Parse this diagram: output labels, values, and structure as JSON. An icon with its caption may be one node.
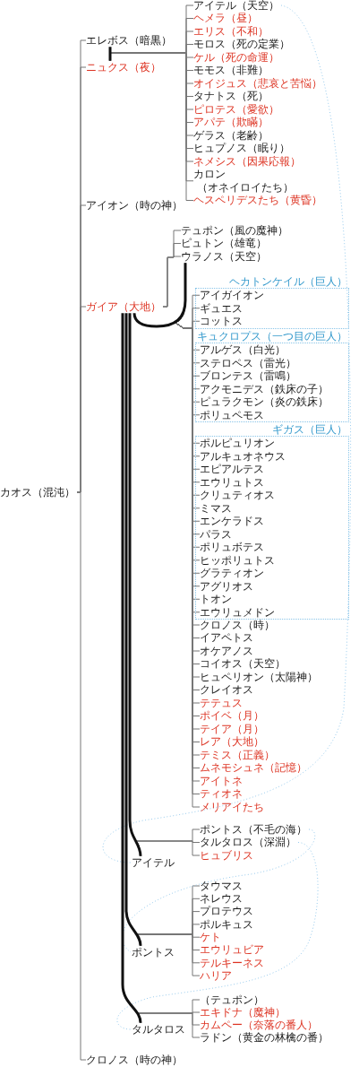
{
  "diagram": {
    "nodes": [
      {
        "text": [
          "カオス（混沌）"
        ]
      },
      {
        "text": [
          "エレボス（暗黒）"
        ]
      },
      {
        "text": [
          "ニュクス（夜）"
        ]
      },
      {
        "text": [
          "アイテル（天空）"
        ]
      },
      {
        "text": [
          "ヘメラ（昼）"
        ]
      },
      {
        "text": [
          "エリス（不和）"
        ]
      },
      {
        "text": [
          "モロス（死の定業）"
        ]
      },
      {
        "text": [
          "ケル（死の命運）"
        ]
      },
      {
        "text": [
          "モモス（非難）"
        ]
      },
      {
        "text": [
          "オイジュス（悲哀と苦悩）"
        ]
      },
      {
        "text": [
          "タナトス（死）"
        ]
      },
      {
        "text": [
          "ピロテス（愛欲）"
        ]
      },
      {
        "text": [
          "アパテ（欺瞞）"
        ]
      },
      {
        "text": [
          "ゲラス（老齢）"
        ]
      },
      {
        "text": [
          "ヒュプノス（眠り）"
        ]
      },
      {
        "text": [
          "ネメシス（因果応報）"
        ]
      },
      {
        "text": [
          "カロン",
          "（オネイロイたち）"
        ]
      },
      {
        "text": [
          "ヘスペリデスたち（黄昏）"
        ]
      },
      {
        "text": [
          "アイオン（時の神）"
        ]
      },
      {
        "text": [
          "ガイア（大地）"
        ]
      },
      {
        "text": [
          "テュポン（風の魔神）"
        ]
      },
      {
        "text": [
          "ピュトン（雄竜）"
        ]
      },
      {
        "text": [
          "ウラノス（天空）"
        ]
      },
      {
        "text": [
          "ヘカトンケイル（巨人）"
        ]
      },
      {
        "text": [
          "アイガイオン"
        ],
        "in": 23
      },
      {
        "text": [
          "ギュエス"
        ],
        "in": 23
      },
      {
        "text": [
          "コットス"
        ],
        "in": 23
      },
      {
        "text": [
          "キュクロプス（一つ目の巨人）"
        ]
      },
      {
        "text": [
          "アルゲス（白光）"
        ],
        "in": 27
      },
      {
        "text": [
          "ステロペス（雷光）"
        ],
        "in": 27
      },
      {
        "text": [
          "ブロンテス（雷鳴）"
        ],
        "in": 27
      },
      {
        "text": [
          "アクモニデス（鉄床の子）"
        ],
        "in": 27
      },
      {
        "text": [
          "ピュラクモン（炎の鉄床）"
        ],
        "in": 27
      },
      {
        "text": [
          "ポリュペモス"
        ],
        "in": 27
      },
      {
        "text": [
          "ギガス（巨人）"
        ]
      },
      {
        "text": [
          "ポルピュリオン"
        ],
        "in": 34
      },
      {
        "text": [
          "アルキュオネウス"
        ],
        "in": 34
      },
      {
        "text": [
          "エピアルテス"
        ],
        "in": 34
      },
      {
        "text": [
          "エウリュトス"
        ],
        "in": 34
      },
      {
        "text": [
          "クリュティオス"
        ],
        "in": 34
      },
      {
        "text": [
          "ミマス"
        ],
        "in": 34
      },
      {
        "text": [
          "エンケラドス"
        ],
        "in": 34
      },
      {
        "text": [
          "パラス"
        ],
        "in": 34
      },
      {
        "text": [
          "ポリュボテス"
        ],
        "in": 34
      },
      {
        "text": [
          "ヒッポリュトス"
        ],
        "in": 34
      },
      {
        "text": [
          "グラティオン"
        ],
        "in": 34
      },
      {
        "text": [
          "アグリオス"
        ],
        "in": 34
      },
      {
        "text": [
          "トオン"
        ],
        "in": 34
      },
      {
        "text": [
          "エウリュメドン"
        ],
        "in": 34
      },
      {
        "text": [
          "クロノス（時）"
        ]
      },
      {
        "text": [
          "イアペトス"
        ]
      },
      {
        "text": [
          "オケアノス"
        ]
      },
      {
        "text": [
          "コイオス（天空）"
        ]
      },
      {
        "text": [
          "ヒュペリオン（太陽神）"
        ]
      },
      {
        "text": [
          "クレイオス"
        ]
      },
      {
        "text": [
          "テテュス"
        ]
      },
      {
        "text": [
          "ポイベ（月）"
        ]
      },
      {
        "text": [
          "テイア（月）"
        ]
      },
      {
        "text": [
          "レア（大地）"
        ]
      },
      {
        "text": [
          "テミス（正義）"
        ]
      },
      {
        "text": [
          "ムネモシュネ（記憶）"
        ]
      },
      {
        "text": [
          "アイトネ"
        ]
      },
      {
        "text": [
          "ティオネ"
        ]
      },
      {
        "text": [
          "メリアイたち"
        ]
      },
      {
        "text": [
          "アイテル"
        ]
      },
      {
        "text": [
          "ポントス（不毛の海）"
        ]
      },
      {
        "text": [
          "タルタロス（深淵）"
        ]
      },
      {
        "text": [
          "ヒュブリス"
        ]
      },
      {
        "text": [
          "ポントス"
        ]
      },
      {
        "text": [
          "タウマス"
        ]
      },
      {
        "text": [
          "ネレウス"
        ]
      },
      {
        "text": [
          "プロテウス"
        ]
      },
      {
        "text": [
          "ポルキュス"
        ]
      },
      {
        "text": [
          "ケト"
        ]
      },
      {
        "text": [
          "エウリュビア"
        ]
      },
      {
        "text": [
          "テルキーネス"
        ]
      },
      {
        "text": [
          "ハリア"
        ]
      },
      {
        "text": [
          "タルタロス"
        ]
      },
      {
        "text": [
          "（テュポン）"
        ]
      },
      {
        "text": [
          "エキドナ（魔神）"
        ]
      },
      {
        "text": [
          "カムペー（奈落の番人）"
        ]
      },
      {
        "text": [
          "ラドン（黄金の林檎の番）"
        ]
      },
      {
        "text": [
          "クロノス（時の神）"
        ]
      }
    ],
    "edges": [
      {
        "from": 0,
        "to": 1,
        "arrow": "none"
      },
      {
        "from": 0,
        "to": 2,
        "arrow": "none"
      },
      {
        "from": 0,
        "to": 18,
        "arrow": "none"
      },
      {
        "from": 0,
        "to": 19,
        "arrow": "none"
      },
      {
        "from": 0,
        "to": 82,
        "arrow": "none"
      },
      {
        "from": 1,
        "to": 2,
        "arrow": "none",
        "style": "thick",
        "color": "#111111"
      },
      {
        "from": 2,
        "to": 3,
        "arrow": "none"
      },
      {
        "from": 2,
        "to": 4,
        "arrow": "none"
      },
      {
        "from": 2,
        "to": 5,
        "arrow": "none"
      },
      {
        "from": 2,
        "to": 6,
        "arrow": "none"
      },
      {
        "from": 2,
        "to": 7,
        "arrow": "none"
      },
      {
        "from": 2,
        "to": 8,
        "arrow": "none"
      },
      {
        "from": 2,
        "to": 9,
        "arrow": "none"
      },
      {
        "from": 2,
        "to": 10,
        "arrow": "none"
      },
      {
        "from": 2,
        "to": 11,
        "arrow": "none"
      },
      {
        "from": 2,
        "to": 12,
        "arrow": "none"
      },
      {
        "from": 2,
        "to": 13,
        "arrow": "none"
      },
      {
        "from": 2,
        "to": 14,
        "arrow": "none"
      },
      {
        "from": 2,
        "to": 15,
        "arrow": "none"
      },
      {
        "from": 2,
        "to": 16,
        "arrow": "none"
      },
      {
        "from": 2,
        "to": 17,
        "arrow": "none"
      },
      {
        "from": 19,
        "to": 20,
        "arrow": "none"
      },
      {
        "from": 19,
        "to": 21,
        "arrow": "none"
      },
      {
        "from": 19,
        "to": 22,
        "arrow": "none"
      },
      {
        "from": 19,
        "to": 22,
        "arrow": "none",
        "style": "thick",
        "color": "#111111"
      },
      {
        "from": 22,
        "to": 24,
        "arrow": "none"
      },
      {
        "from": 22,
        "to": 25,
        "arrow": "none"
      },
      {
        "from": 22,
        "to": 26,
        "arrow": "none"
      },
      {
        "from": 22,
        "to": 28,
        "arrow": "none"
      },
      {
        "from": 22,
        "to": 29,
        "arrow": "none"
      },
      {
        "from": 22,
        "to": 30,
        "arrow": "none"
      },
      {
        "from": 22,
        "to": 31,
        "arrow": "none"
      },
      {
        "from": 22,
        "to": 32,
        "arrow": "none"
      },
      {
        "from": 22,
        "to": 33,
        "arrow": "none"
      },
      {
        "from": 22,
        "to": 35,
        "arrow": "none"
      },
      {
        "from": 22,
        "to": 36,
        "arrow": "none"
      },
      {
        "from": 22,
        "to": 37,
        "arrow": "none"
      },
      {
        "from": 22,
        "to": 38,
        "arrow": "none"
      },
      {
        "from": 22,
        "to": 39,
        "arrow": "none"
      },
      {
        "from": 22,
        "to": 40,
        "arrow": "none"
      },
      {
        "from": 22,
        "to": 41,
        "arrow": "none"
      },
      {
        "from": 22,
        "to": 42,
        "arrow": "none"
      },
      {
        "from": 22,
        "to": 43,
        "arrow": "none"
      },
      {
        "from": 22,
        "to": 44,
        "arrow": "none"
      },
      {
        "from": 22,
        "to": 45,
        "arrow": "none"
      },
      {
        "from": 22,
        "to": 46,
        "arrow": "none"
      },
      {
        "from": 22,
        "to": 47,
        "arrow": "none"
      },
      {
        "from": 22,
        "to": 48,
        "arrow": "none"
      },
      {
        "from": 22,
        "to": 49,
        "arrow": "none"
      },
      {
        "from": 22,
        "to": 50,
        "arrow": "none"
      },
      {
        "from": 22,
        "to": 51,
        "arrow": "none"
      },
      {
        "from": 22,
        "to": 52,
        "arrow": "none"
      },
      {
        "from": 22,
        "to": 53,
        "arrow": "none"
      },
      {
        "from": 22,
        "to": 54,
        "arrow": "none"
      },
      {
        "from": 22,
        "to": 55,
        "arrow": "none"
      },
      {
        "from": 22,
        "to": 56,
        "arrow": "none"
      },
      {
        "from": 22,
        "to": 57,
        "arrow": "none"
      },
      {
        "from": 22,
        "to": 58,
        "arrow": "none"
      },
      {
        "from": 22,
        "to": 59,
        "arrow": "none"
      },
      {
        "from": 22,
        "to": 60,
        "arrow": "none"
      },
      {
        "from": 22,
        "to": 61,
        "arrow": "none"
      },
      {
        "from": 22,
        "to": 62,
        "arrow": "none"
      },
      {
        "from": 22,
        "to": 63,
        "arrow": "none"
      },
      {
        "from": 19,
        "to": 64,
        "arrow": "none",
        "style": "thick",
        "color": "#111111"
      },
      {
        "from": 19,
        "to": 68,
        "arrow": "none",
        "style": "thick",
        "color": "#111111"
      },
      {
        "from": 19,
        "to": 77,
        "arrow": "none",
        "style": "thick",
        "color": "#111111"
      },
      {
        "from": 64,
        "to": 65,
        "arrow": "none"
      },
      {
        "from": 64,
        "to": 66,
        "arrow": "none"
      },
      {
        "from": 64,
        "to": 67,
        "arrow": "none"
      },
      {
        "from": 68,
        "to": 69,
        "arrow": "none"
      },
      {
        "from": 68,
        "to": 70,
        "arrow": "none"
      },
      {
        "from": 68,
        "to": 71,
        "arrow": "none"
      },
      {
        "from": 68,
        "to": 72,
        "arrow": "none"
      },
      {
        "from": 68,
        "to": 73,
        "arrow": "none"
      },
      {
        "from": 68,
        "to": 74,
        "arrow": "none"
      },
      {
        "from": 68,
        "to": 75,
        "arrow": "none"
      },
      {
        "from": 68,
        "to": 76,
        "arrow": "none"
      },
      {
        "from": 77,
        "to": 78,
        "arrow": "none"
      },
      {
        "from": 77,
        "to": 79,
        "arrow": "none"
      },
      {
        "from": 77,
        "to": 80,
        "arrow": "none"
      },
      {
        "from": 77,
        "to": 81,
        "arrow": "none"
      },
      {
        "from": 3,
        "to": 64,
        "arrow": "none",
        "style": "dashed",
        "color": "#99ccee"
      },
      {
        "from": 65,
        "to": 68,
        "arrow": "none",
        "style": "dashed",
        "color": "#99ccee"
      },
      {
        "from": 66,
        "to": 77,
        "arrow": "none",
        "style": "dashed",
        "color": "#99ccee"
      }
    ]
  }
}
